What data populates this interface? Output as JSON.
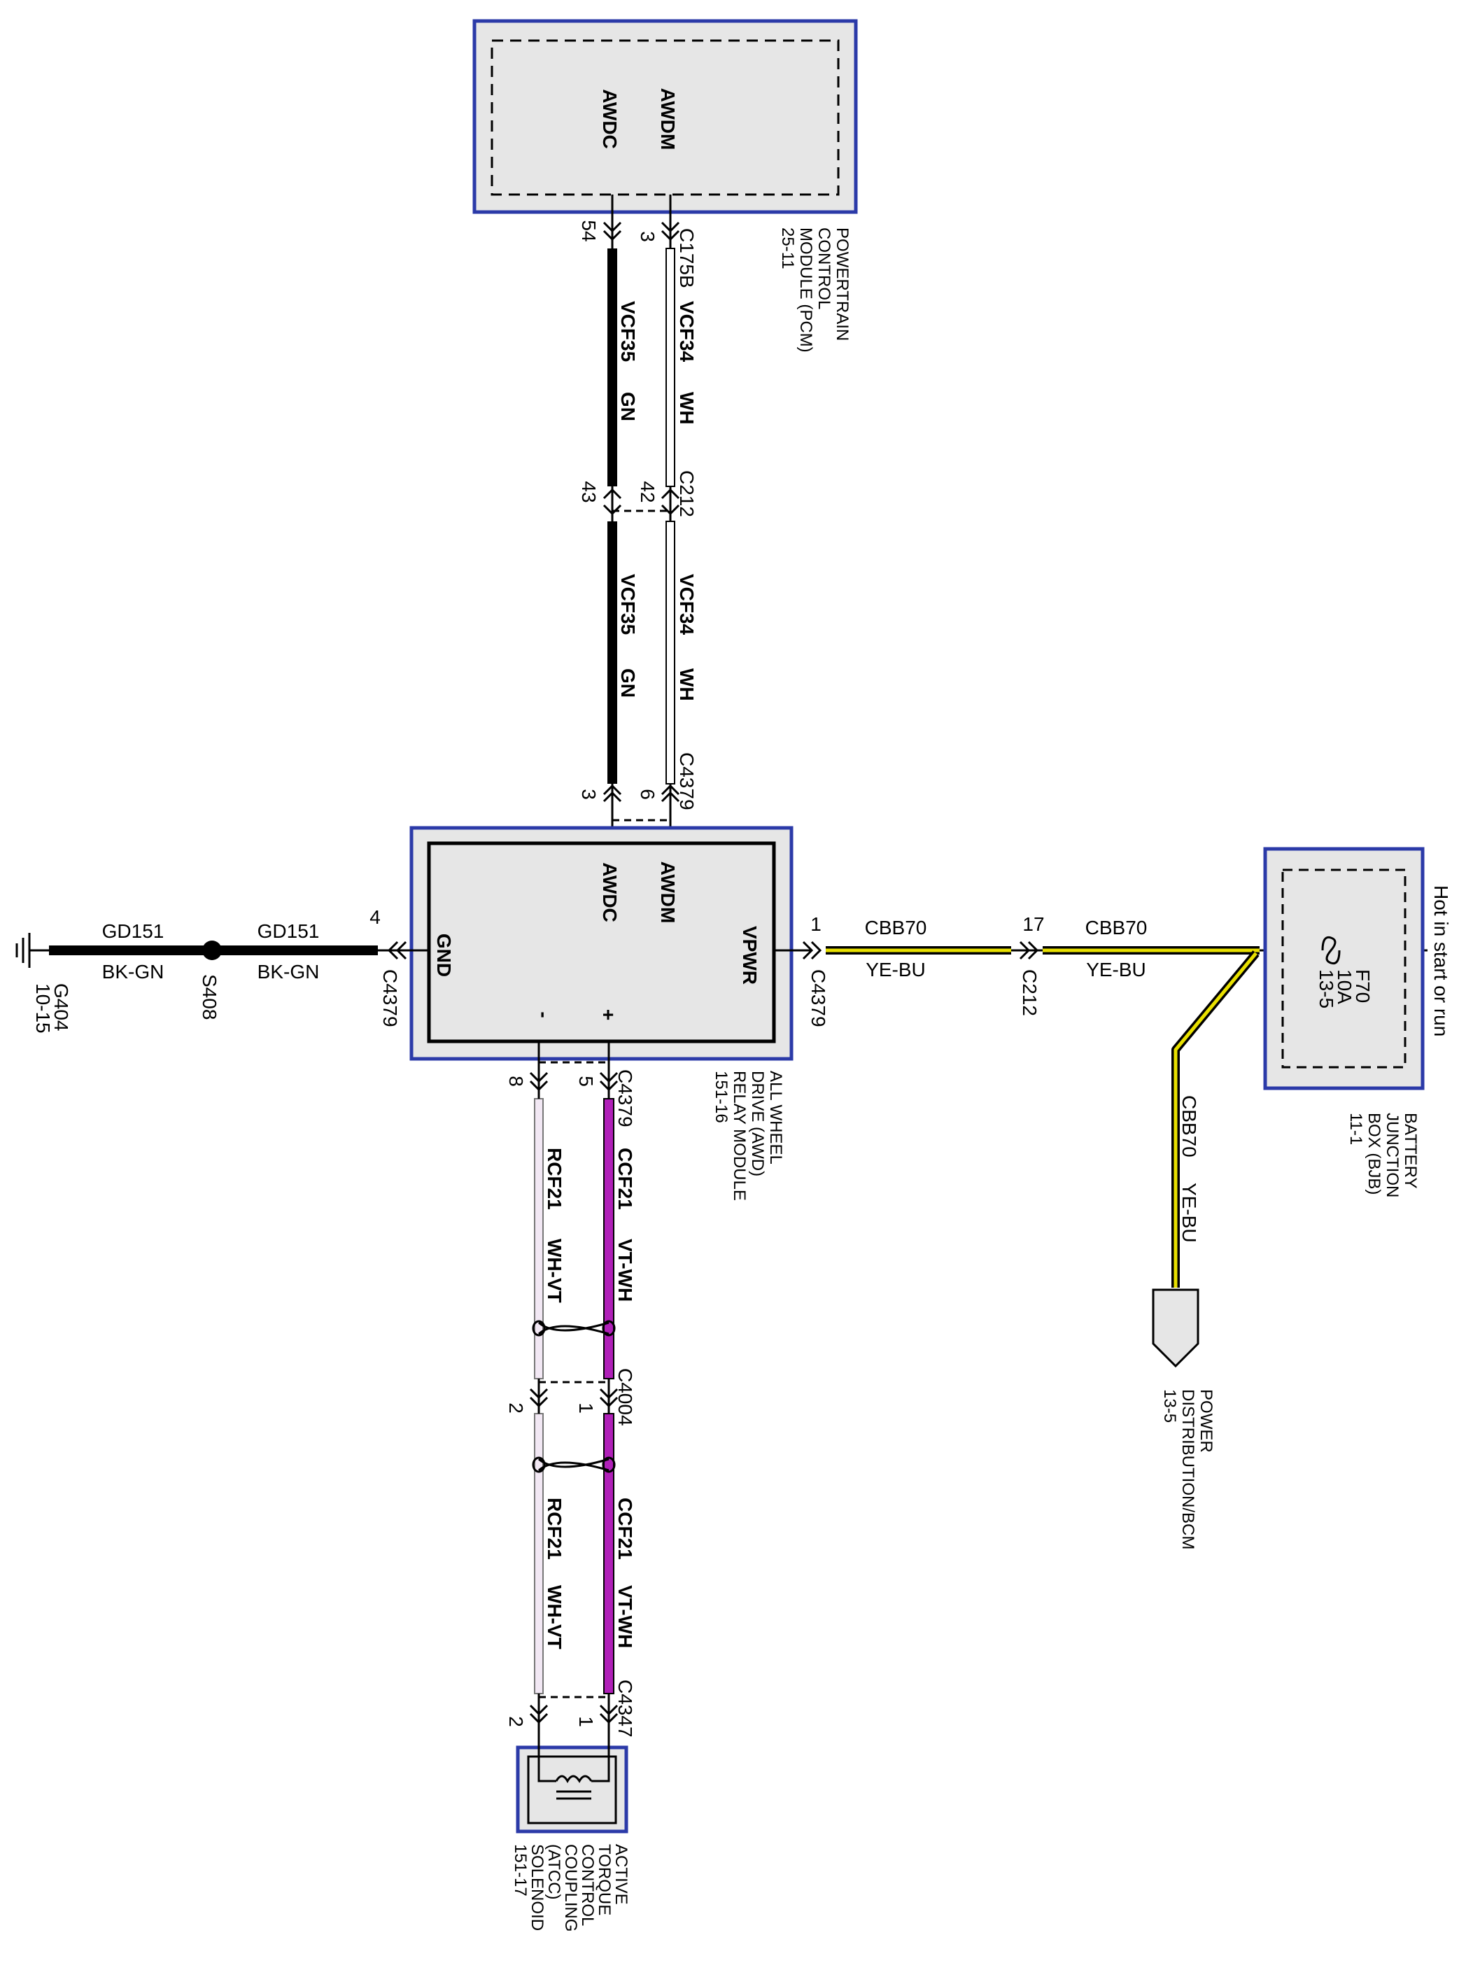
{
  "modules": {
    "pcm": {
      "pins": {
        "awdc": "AWDC",
        "awdm": "AWDM"
      },
      "caption": [
        "POWERTRAIN",
        "CONTROL",
        "MODULE (PCM)",
        "25-11"
      ]
    },
    "awd": {
      "pins": {
        "awdc": "AWDC",
        "awdm": "AWDM",
        "gnd": "GND",
        "vpwr": "VPWR",
        "minus": "-",
        "plus": "+"
      },
      "caption": [
        "ALL WHEEL",
        "DRIVE (AWD)",
        "RELAY MODULE",
        "151-16"
      ]
    },
    "bjb": {
      "fuse": {
        "name": "F70",
        "rating": "10A",
        "ref": "13-5"
      },
      "hot_label": "Hot in start or run",
      "caption": [
        "BATTERY",
        "JUNCTION",
        "BOX (BJB)",
        "11-1"
      ]
    },
    "atcc": {
      "caption": [
        "ACTIVE",
        "TORQUE",
        "CONTROL",
        "COUPLING",
        "(ATCC)",
        "SOLENOID",
        "151-17"
      ]
    },
    "power_dist": {
      "caption": [
        "POWER",
        "DISTRIBUTION/BCM",
        "13-5"
      ]
    }
  },
  "connectors": {
    "c175b": {
      "name": "C175B",
      "pin_awdc": "54",
      "pin_awdm": "3"
    },
    "c212_top": {
      "name": "C212",
      "pin_awdc": "43",
      "pin_awdm": "42"
    },
    "c4379_top": {
      "name": "C4379",
      "pin_awdc": "3",
      "pin_awdm": "6"
    },
    "c4379_gnd": {
      "name": "C4379",
      "pin": "4"
    },
    "c4379_vpwr": {
      "name": "C4379",
      "pin": "1"
    },
    "c212_right": {
      "name": "C212",
      "pin": "17"
    },
    "c4379_bottom": {
      "name": "C4379",
      "pin_minus": "8",
      "pin_plus": "5"
    },
    "c4004": {
      "name": "C4004",
      "pin_wh": "2",
      "pin_vt": "1"
    },
    "c4347": {
      "name": "C4347",
      "pin_wh": "2",
      "pin_vt": "1"
    }
  },
  "circuits": {
    "vcf34": {
      "id": "VCF34",
      "color": "WH"
    },
    "vcf35": {
      "id": "VCF35",
      "color": "GN"
    },
    "gd151": {
      "id": "GD151",
      "color": "BK-GN"
    },
    "cbb70": {
      "id": "CBB70",
      "color": "YE-BU"
    },
    "rcf21": {
      "id": "RCF21",
      "color": "WH-VT"
    },
    "ccf21": {
      "id": "CCF21",
      "color": "VT-WH"
    }
  },
  "splice": {
    "name": "S408"
  },
  "ground": {
    "name": "G404",
    "ref": "10-15"
  },
  "colors": {
    "module_border": "#2b3aa8",
    "module_fill": "#e6e6e6",
    "wire_black": "#000000",
    "wire_violet": "#b020b8",
    "wire_yellow": "#e8e000"
  }
}
